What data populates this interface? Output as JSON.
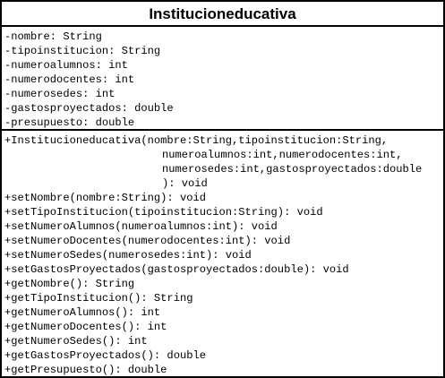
{
  "class_box": {
    "name": "Institucioneducativa",
    "attributes": [
      "-nombre: String",
      "-tipoinstitucion: String",
      "-numeroalumnos: int",
      "-numerodocentes: int",
      "-numerosedes: int",
      "-gastosproyectados: double",
      "-presupuesto: double"
    ],
    "constructor": [
      "+Institucioneducativa(nombre:String,tipoinstitucion:String,",
      "numeroalumnos:int,numerodocentes:int,",
      "numerosedes:int,gastosproyectados:double",
      "): void"
    ],
    "methods": [
      "+setNombre(nombre:String): void",
      "+setTipoInstitucion(tipoinstitucion:String): void",
      "+setNumeroAlumnos(numeroalumnos:int): void",
      "+setNumeroDocentes(numerodocentes:int): void",
      "+setNumeroSedes(numerosedes:int): void",
      "+setGastosProyectados(gastosproyectados:double): void",
      "+getNombre(): String",
      "+getTipoInstitucion(): String",
      "+getNumeroAlumnos(): int",
      "+getNumeroDocentes(): int",
      "+getNumeroSedes(): int",
      "+getGastosProyectados(): double",
      "+getPresupuesto(): double"
    ]
  }
}
